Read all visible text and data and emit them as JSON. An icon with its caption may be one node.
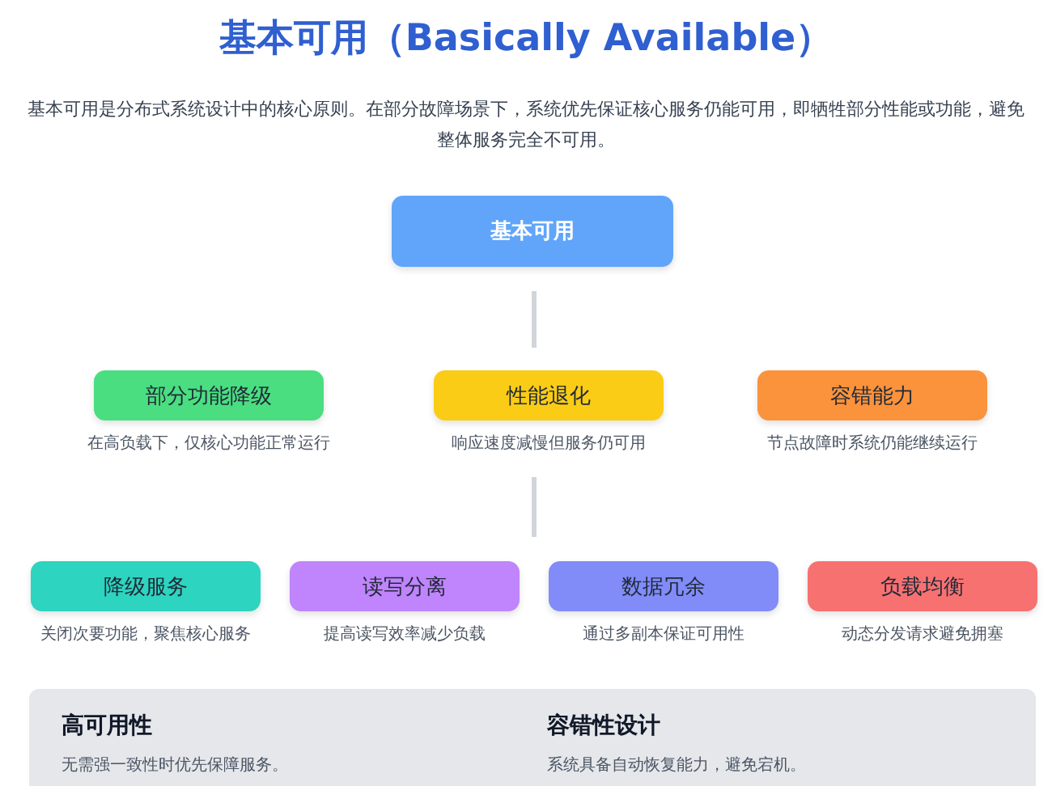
{
  "diagram": {
    "title": "基本可用（Basically Available）",
    "nodes": [
      {
        "text": [
          "基本可用"
        ]
      },
      {
        "text": [
          "部分功能降级"
        ],
        "beside": [
          "在高负载下，仅核心功能正常运行"
        ]
      },
      {
        "text": [
          "性能退化"
        ],
        "beside": [
          "响应速度减慢但服务仍可用"
        ]
      },
      {
        "text": [
          "容错能力"
        ],
        "beside": [
          "节点故障时系统仍能继续运行"
        ]
      },
      {
        "text": [
          "降级服务"
        ],
        "beside": [
          "关闭次要功能，聚焦核心服务"
        ]
      },
      {
        "text": [
          "读写分离"
        ],
        "beside": [
          "提高读写效率减少负载"
        ]
      },
      {
        "text": [
          "数据冗余"
        ],
        "beside": [
          "通过多副本保证可用性"
        ]
      },
      {
        "text": [
          "负载均衡"
        ],
        "beside": [
          "动态分发请求避免拥塞"
        ]
      },
      {
        "text": [
          "高可用性",
          "无需强一致性时优先保障服务。",
          "容错性设计",
          "系统具备自动恢复能力，避免宕机。"
        ]
      }
    ],
    "labels": [
      "基本可用是分布式系统设计中的核心原则。在部分故障场景下，系统优先保证核心服务仍能可用，即牺牲部分性能或功能，避免整体服务完全不可用。"
    ]
  }
}
